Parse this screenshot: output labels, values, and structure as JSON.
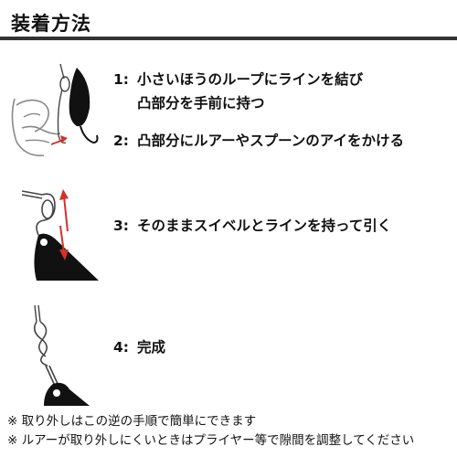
{
  "title": "装着方法",
  "steps": [
    {
      "num": "1:",
      "lines": [
        "小さいほうのループにラインを結び",
        "凸部分を手前に持つ"
      ]
    },
    {
      "num": "2:",
      "lines": [
        "凸部分にルアーやスプーンのアイをかける"
      ]
    },
    {
      "num": "3:",
      "lines": [
        "そのままスイベルとラインを持って引く"
      ]
    },
    {
      "num": "4:",
      "lines": [
        "完成"
      ]
    }
  ],
  "notes": [
    "※ 取り外しはこの逆の手順で簡単にできます",
    "※ ルアーが取り外しにくいときはプライヤー等で隙間を調整してください"
  ],
  "colors": {
    "arrow_red": "#d3322a",
    "ink": "#111111",
    "rule": "#333333"
  }
}
